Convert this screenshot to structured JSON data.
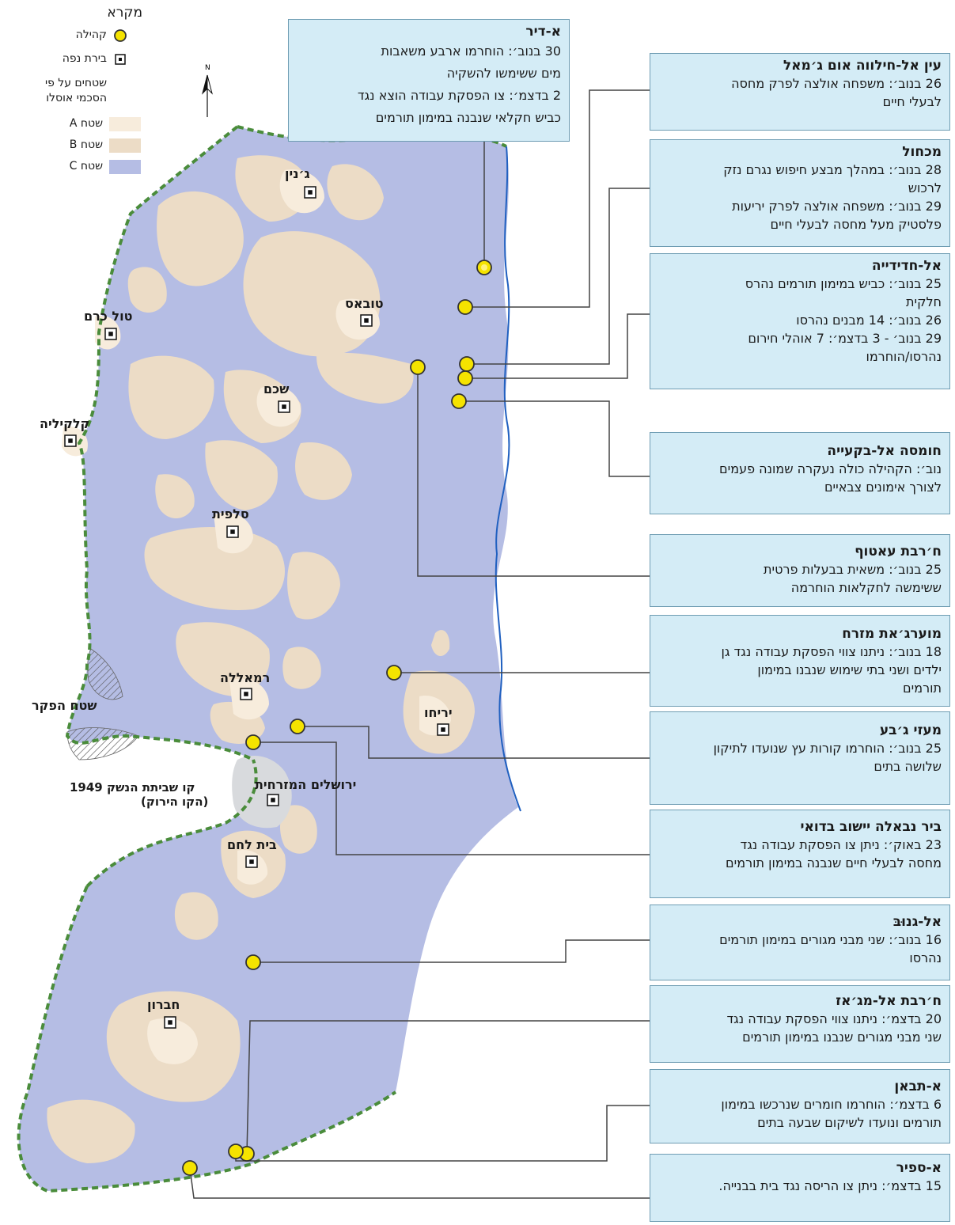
{
  "legend": {
    "title": "מקרא",
    "community": "קהילה",
    "district_capital": "בירת נפה",
    "areas_title_1": "שטחים על פי",
    "areas_title_2": "הסכמי אוסלו",
    "area_a": "שטח A",
    "area_b": "שטח B",
    "area_c": "שטח C",
    "colors": {
      "area_a": "#f7ecdc",
      "area_b": "#ecdcc6",
      "area_c": "#b5bde4",
      "community": "#f5e300",
      "green_line": "#4a8c3b",
      "jordan": "#2060c0"
    }
  },
  "north_arrow": "N",
  "cities": {
    "jenin": "ג׳נין",
    "tubas": "טובאס",
    "tulkarm": "טול כרם",
    "nablus": "שכם",
    "qalqilya": "קלקיליה",
    "salfit": "סלפית",
    "ramallah": "רמאללה",
    "jericho": "יריחו",
    "east_jerusalem": "ירושלים המזרחית",
    "bethlehem": "בית לחם",
    "hebron": "חברון"
  },
  "no_mans_land": "שטח הפקר",
  "armistice_1": "קו שביתת הנשק 1949",
  "armistice_2": "(הקו הירוק)",
  "boxes": [
    {
      "title": "א-דיר",
      "lines": [
        "30 בנוב׳: הוחרמו ארבע משאבות",
        "מים ששימשו להשקיה",
        "2 בדצמ׳: צו הפסקת עבודה הוצא נגד",
        "כביש חקלאי שנבנה במימון תורמים"
      ]
    },
    {
      "title": "עין אל-חילווה אום ג׳מאל",
      "lines": [
        "26 בנוב׳: משפחה אולצה לפרק מחסה",
        "לבעלי חיים"
      ]
    },
    {
      "title": "מכחול",
      "lines": [
        "28 בנוב׳: במהלך מבצע חיפוש נגרם נזק",
        "לרכוש",
        "29 בנוב׳: משפחה אולצה לפרק יריעות",
        "פלסטיק מעל מחסה לבעלי חיים"
      ]
    },
    {
      "title": "אל-חדידייה",
      "lines": [
        "25 בנוב׳: כביש במימון תורמים נהרס",
        "חלקית",
        "26 בנוב׳: 14 מבנים נהרסו",
        "29 בנוב׳ - 3 בדצמ׳: 7 אוהלי חירום",
        "נהרסו/הוחרמו"
      ]
    },
    {
      "title": "חומסה אל-בקעייה",
      "lines": [
        "נוב׳: הקהילה כולה נעקרה שמונה פעמים",
        "לצורך אימונים צבאיים"
      ]
    },
    {
      "title": "ח׳רבת עאטוף",
      "lines": [
        "25 בנוב׳: משאית בבעלות פרטית",
        "ששימשה לחקלאות הוחרמה"
      ]
    },
    {
      "title": "מוערג׳את מזרח",
      "lines": [
        "18 בנוב׳: ניתנו צווי הפסקת עבודה נגד גן",
        "ילדים ושני בתי שימוש שנבנו במימון",
        "תורמים"
      ]
    },
    {
      "title": "מעזי ג׳בע",
      "lines": [
        "25 בנוב׳: הוחרמו קורות עץ שנועדו לתיקון",
        "שלושה בתים"
      ]
    },
    {
      "title": "ביר נבאלה יישוב בדואי",
      "lines": [
        "23 באוק׳: ניתן צו הפסקת עבודה נגד",
        "מחסה לבעלי חיים שנבנה במימון תורמים"
      ]
    },
    {
      "title": "אל-גנוּבּ",
      "lines": [
        "16 בנוב׳: שני מבני מגורים במימון תורמים",
        "נהרסו"
      ]
    },
    {
      "title": "ח׳רבת אל-מג׳אז",
      "lines": [
        "20 בדצמ׳: ניתנו צווי הפסקת עבודה נגד",
        "שני מבני מגורים שנבנו במימון תורמים"
      ]
    },
    {
      "title": "א-תבאן",
      "lines": [
        "6 בדצמ׳: הוחרמו חומרים שנרכשו במימון",
        "תורמים ונועדו לשיקום שבעה בתים"
      ]
    },
    {
      "title": "א-ספיר",
      "lines": [
        "15 בדצמ׳: ניתן צו הריסה נגד בית בבנייה."
      ]
    }
  ]
}
